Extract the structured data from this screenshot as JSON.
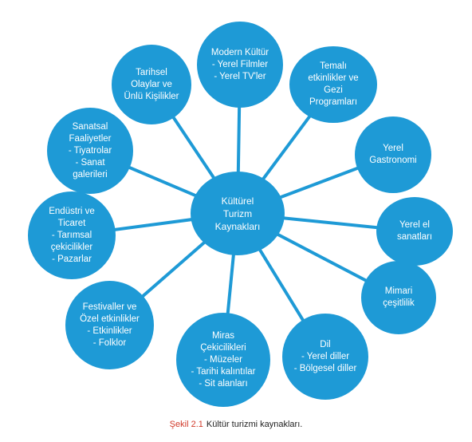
{
  "colors": {
    "node": "#1e9ad6",
    "connector": "#1e9ad6",
    "caption_label": "#d13a2a"
  },
  "center": {
    "lines": [
      "Kültürel",
      "Turizm",
      "Kaynakları"
    ]
  },
  "nodes": [
    {
      "id": "modern-kultur",
      "lines": [
        "Modern Kültür",
        "- Yerel Filmler",
        "- Yerel TV'ler"
      ]
    },
    {
      "id": "temali-etkinlikler",
      "lines": [
        "Temalı",
        "etkinlikler ve",
        "Gezi",
        "Programları"
      ]
    },
    {
      "id": "yerel-gastronomi",
      "lines": [
        "Yerel",
        "Gastronomi"
      ]
    },
    {
      "id": "yerel-el-sanatlari",
      "lines": [
        "Yerel el",
        "sanatları"
      ]
    },
    {
      "id": "mimari-cesitlilik",
      "lines": [
        "Mimari",
        "çeşitlilik"
      ]
    },
    {
      "id": "dil",
      "lines": [
        "Dil",
        "- Yerel diller",
        "- Bölgesel diller"
      ]
    },
    {
      "id": "miras-cekicilikleri",
      "lines": [
        "Miras",
        "Çekicilikleri",
        "- Müzeler",
        "- Tarihi kalıntılar",
        "- Sit alanları"
      ]
    },
    {
      "id": "festivaller",
      "lines": [
        "Festivaller ve",
        "Özel etkinlikler",
        "- Etkinlikler",
        "- Folklor"
      ]
    },
    {
      "id": "endustri-ticaret",
      "lines": [
        "Endüstri ve",
        "Ticaret",
        "- Tarımsal",
        "çekicilikler",
        "- Pazarlar"
      ]
    },
    {
      "id": "sanatsal-faaliyetler",
      "lines": [
        "Sanatsal",
        "Faaliyetler",
        "- Tiyatrolar",
        "- Sanat",
        "galerileri"
      ]
    },
    {
      "id": "tarihsel-olaylar",
      "lines": [
        "Tarihsel",
        "Olaylar ve",
        "Ünlü Kişilikler"
      ]
    }
  ],
  "caption": {
    "label": "Şekil 2.1",
    "text": "Kültür turizmi kaynakları."
  }
}
